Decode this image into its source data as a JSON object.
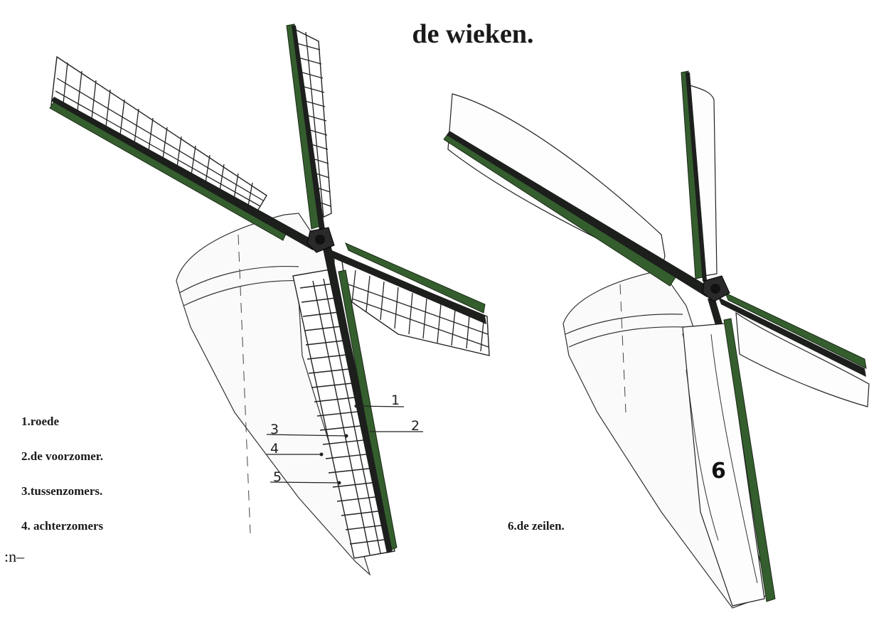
{
  "title": "de wieken.",
  "legend": {
    "item1": "1.roede",
    "item2": "2.de voorzomer.",
    "item3": "3.tussenzomers.",
    "item4": "4. achterzomers",
    "item6": "6.de zeilen."
  },
  "callouts": {
    "n1": "1",
    "n2": "2",
    "n3": "3",
    "n4": "4",
    "n5": "5",
    "n6": "6"
  },
  "stray_text": ":n–",
  "colors": {
    "sail_green": "#355e2e",
    "stock_black": "#1c1f1c",
    "line": "#2a2a2a"
  }
}
